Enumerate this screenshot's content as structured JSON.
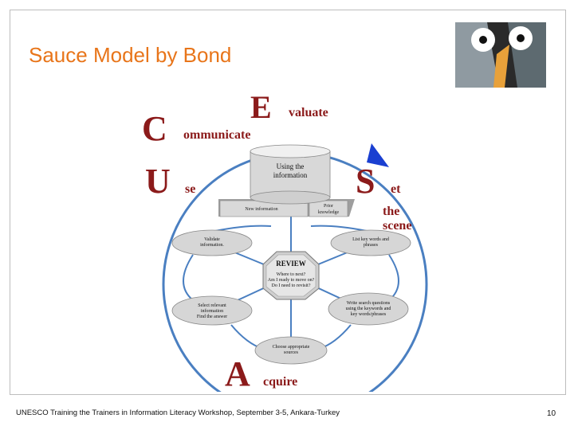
{
  "slide": {
    "title": "Sauce Model by Bond",
    "footer": "UNESCO Training the Trainers in Information Literacy Workshop, September 3-5, Ankara-Turkey",
    "page_number": "10"
  },
  "colors": {
    "title": "#e8751a",
    "letters": "#8b1a1a",
    "circle": "#4a7fc1",
    "arrow": "#1a3fd1",
    "review_box": "#c9c9c9",
    "ellipse": "#d6d6d6"
  },
  "diagram": {
    "evaluate": {
      "big": "E",
      "rest": "valuate"
    },
    "communicate": {
      "big": "C",
      "rest": "ommunicate"
    },
    "use": {
      "big": "U",
      "rest": "se"
    },
    "set": {
      "big": "S",
      "rest": "et"
    },
    "the": "the",
    "scene": "scene",
    "acquire": {
      "big": "A",
      "rest": "cquire"
    },
    "cylinder": {
      "line1": "Using the",
      "line2": "information"
    },
    "platform": {
      "left": "New information",
      "right_line1": "Prior",
      "right_line2": "knowledge"
    },
    "review": {
      "title": "REVIEW",
      "line1": "Where to next?",
      "line2": "Am I ready to move on?",
      "line3": "Do I need to revisit?"
    },
    "ellipses": {
      "validate": {
        "line1": "Validate",
        "line2": "information."
      },
      "list_keywords": {
        "line1": "List key words and",
        "line2": "phrases"
      },
      "select": {
        "line1": "Select relevant",
        "line2": "information",
        "line3": "Find the answer"
      },
      "write_questions": {
        "line1": "Write search questions",
        "line2": "using the keywords and",
        "line3": "key words/phrases"
      },
      "choose_sources": {
        "line1": "Choose appropriate",
        "line2": "sources"
      }
    }
  }
}
